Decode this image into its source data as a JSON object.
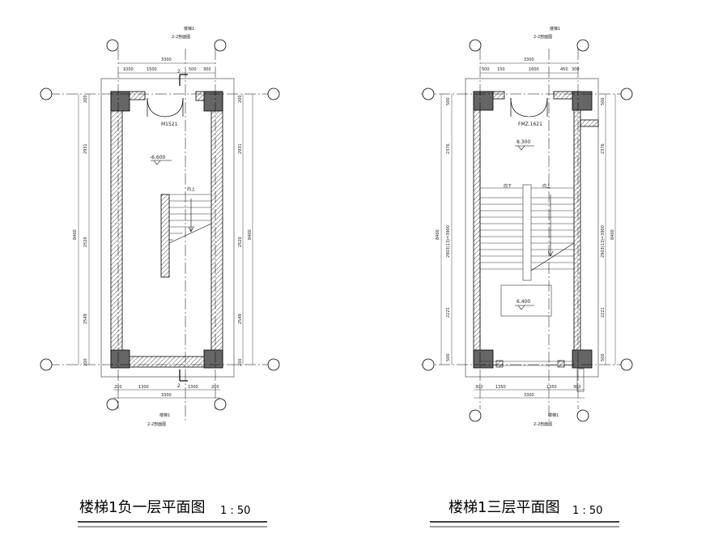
{
  "left_plan": {
    "title": "楼梯1负一层平面图",
    "scale": "1 : 50",
    "section_ref": "楼梯1",
    "section_name": "2-2剖面图",
    "section_mark": "2",
    "door": "M1521",
    "level": "-6.600",
    "stair_note": "向上",
    "top_dims": {
      "total": "3300",
      "parts": [
        "1000",
        "1500",
        "500",
        "300"
      ]
    },
    "bottom_dims": {
      "total": "3300",
      "parts": [
        "200",
        "1300",
        "1300",
        "200"
      ]
    },
    "left_dims": {
      "total": "8400",
      "parts": [
        "200",
        "2931",
        "2520",
        "2549",
        "200"
      ]
    },
    "right_dims": {
      "total": "8400",
      "parts": [
        "200",
        "2931",
        "2520",
        "2549",
        "200"
      ]
    }
  },
  "right_plan": {
    "title": "楼梯1三层平面图",
    "scale": "1 : 50",
    "section_ref": "楼梯1",
    "section_name": "2-2剖面图",
    "door": "FMZ.1621",
    "level_top": "8.300",
    "level_bottom": "6.400",
    "stair_notes": [
      "向下",
      "向上"
    ],
    "top_dims": {
      "total": "3300",
      "parts": [
        "500",
        "150",
        "1600",
        "450",
        "300"
      ]
    },
    "bottom_dims": {
      "total": "3300",
      "parts": [
        "300",
        "1350",
        "1350",
        "300"
      ]
    },
    "left_dims": {
      "total": "8400",
      "parts": [
        "500",
        "2376",
        "2903(13)=3900",
        "2221",
        "500"
      ]
    },
    "right_dims": {
      "total": "8400",
      "parts": [
        "500",
        "2376",
        "2903(13)=3900",
        "2221",
        "500"
      ]
    }
  }
}
